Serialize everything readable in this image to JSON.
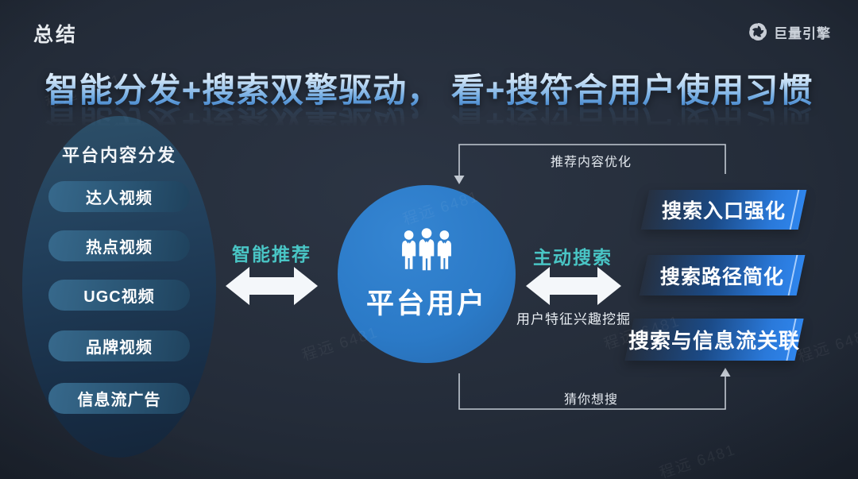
{
  "page": {
    "label": "总结",
    "title": "智能分发+搜索双擎驱动， 看+搜符合用户使用习惯"
  },
  "logo": {
    "name": "巨量引擎"
  },
  "left_panel": {
    "title": "平台内容分发",
    "items": [
      "达人视频",
      "热点视频",
      "UGC视频",
      "品牌视频",
      "信息流广告"
    ]
  },
  "center": {
    "label": "平台用户"
  },
  "flows": {
    "smart_recommend": "智能推荐",
    "active_search": "主动搜索",
    "user_interest_mining": "用户特征兴趣挖掘",
    "recommend_optimization": "推荐内容优化",
    "guess_search": "猜你想搜"
  },
  "right_panel": {
    "items": [
      "搜索入口强化",
      "搜索路径简化",
      "搜索与信息流关联"
    ]
  },
  "watermark": {
    "text": "程远 6481"
  },
  "colors": {
    "background": "#242c39",
    "accent_teal": "#49c5c5",
    "user_circle_blue": "#2b7ac7",
    "banner_blue": "#2b7ce0",
    "pill_blue": "#2a5574",
    "title_gradient_top": "#f5fbff",
    "title_gradient_bottom": "#2f6fba",
    "connector_gray": "#c2c9d2"
  }
}
